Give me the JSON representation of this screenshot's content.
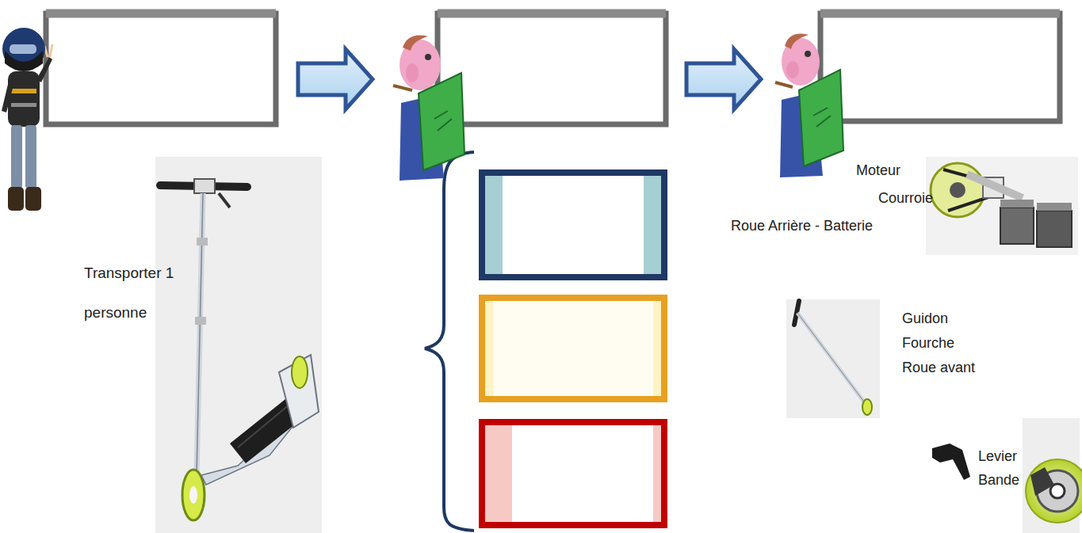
{
  "diagram": {
    "labels": [
      "Transporter 1 personne",
      "Moteur",
      "Courroie",
      "Roue Arrière - Batterie",
      "Guidon",
      "Fourche",
      "Roue avant",
      "Levier",
      "Bande"
    ]
  }
}
